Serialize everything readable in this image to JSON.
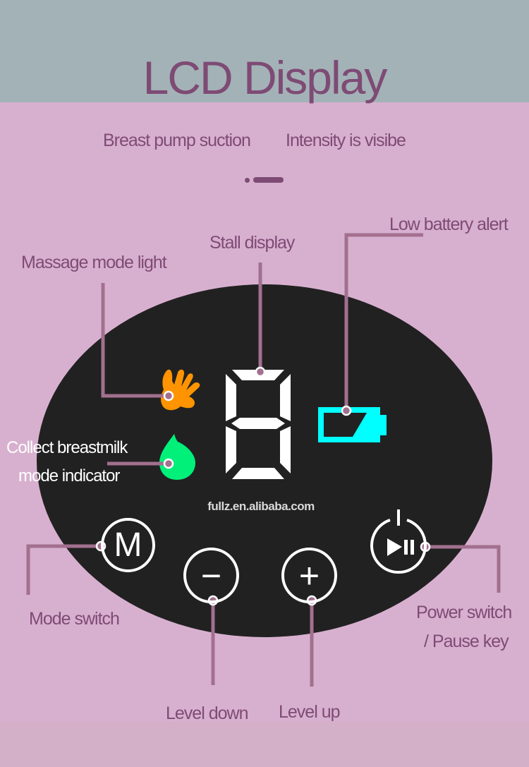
{
  "header": {
    "title": "LCD Display",
    "background": "#a3b2b6",
    "title_color": "#7e4b75"
  },
  "subtitle": {
    "left": "Breast pump suction",
    "right": "Intensity is visibe"
  },
  "colors": {
    "page_background": "#d8b0cf",
    "panel": "#212121",
    "leader_line": "#a2708f",
    "label_text": "#7e4b75",
    "hand_icon": "#ff9400",
    "drop_icon": "#00f07a",
    "battery_icon": "#00ffff",
    "digit": "#ffffff"
  },
  "callouts": {
    "massage_mode_light": "Massage mode light",
    "stall_display": "Stall display",
    "low_battery_alert": "Low battery alert",
    "collect_line1": "Collect breastmilk",
    "collect_line2": "mode indicator",
    "mode_switch": "Mode switch",
    "power_line1": "Power switch",
    "power_line2": "/ Pause key",
    "level_down": "Level down",
    "level_up": "Level up"
  },
  "panel": {
    "digit_value": "8",
    "watermark": "fullz.en.alibaba.com",
    "buttons": {
      "mode": "M",
      "minus": "−",
      "plus": "+",
      "power": "power-play-pause"
    }
  }
}
